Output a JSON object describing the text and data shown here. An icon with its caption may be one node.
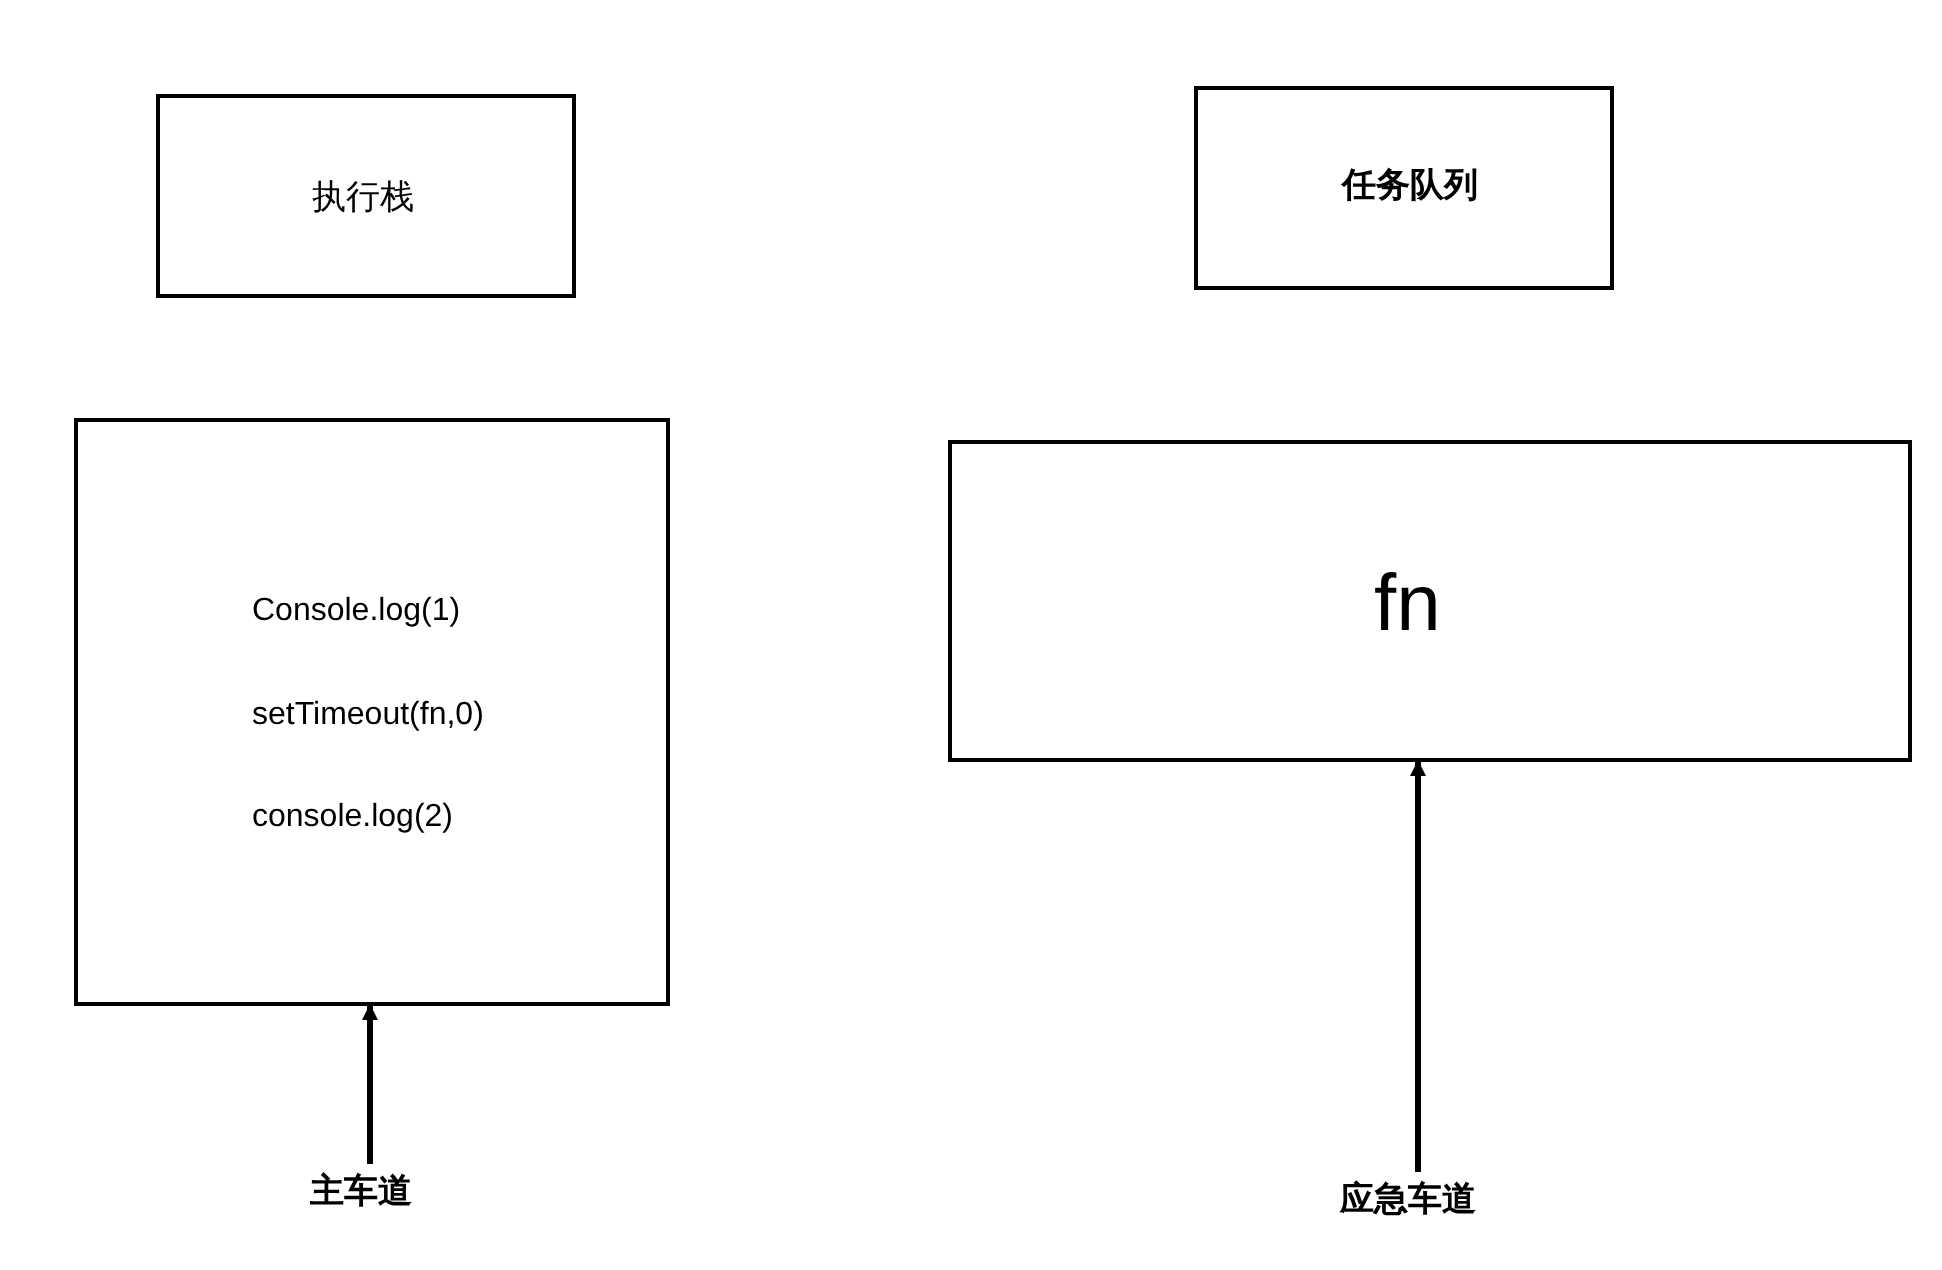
{
  "diagram": {
    "nodes": [
      {
        "text": [
          "执行栈"
        ]
      },
      {
        "text": [
          "任务队列"
        ]
      },
      {
        "text": [
          "Console.log(1)",
          "setTimeout(fn,0)",
          "console.log(2)"
        ]
      },
      {
        "text": [
          "fn"
        ]
      },
      {
        "text": [
          "主车道"
        ]
      },
      {
        "text": [
          "应急车道"
        ]
      }
    ],
    "edges": [
      {
        "from": 4,
        "to": 2,
        "arrow": "to"
      },
      {
        "from": 5,
        "to": 3,
        "arrow": "to"
      }
    ]
  }
}
